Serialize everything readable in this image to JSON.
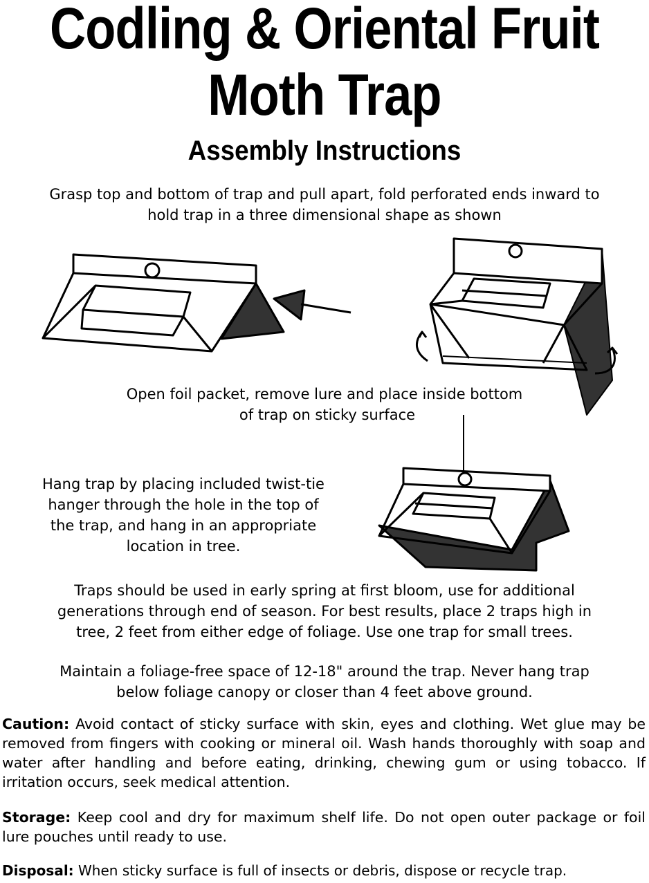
{
  "title_line1": "Codling & Oriental Fruit",
  "title_line2": "Moth Trap",
  "subtitle": "Assembly Instructions",
  "step1_line1": "Grasp top and bottom of trap and pull apart, fold perforated ends inward to",
  "step1_line2": "hold trap in a three dimensional shape as shown",
  "step2_line1": "Open foil packet, remove lure and place inside bottom",
  "step2_line2": "of trap on sticky surface",
  "step3_lines": [
    "Hang trap by placing included twist-tie",
    "hanger through the hole in the top of",
    "the trap, and hang in an appropriate",
    "location in tree."
  ],
  "usage_lines": [
    "Traps should be used in early spring at first bloom, use for additional",
    "generations through end of season.  For best results, place 2 traps high in",
    "tree, 2 feet from either edge of foliage.  Use one trap for small trees."
  ],
  "space_lines": [
    "Maintain a foliage-free space of 12-18\" around the trap.  Never hang trap",
    "below foliage canopy or closer than 4 feet above ground."
  ],
  "caution": {
    "label": "Caution:",
    "text": " Avoid contact of sticky surface with skin, eyes and clothing.  Wet glue may be removed from fingers with cooking or mineral oil. Wash hands thoroughly with soap and water after handling and before eating, drinking, chewing gum or using tobacco.  If irritation occurs, seek medical attention."
  },
  "storage": {
    "label": "Storage:",
    "text": " Keep cool and dry for maximum shelf life. Do not open outer package or foil lure pouches until ready to use."
  },
  "disposal": {
    "label": "Disposal:",
    "text": " When sticky surface is full of insects or debris, dispose or recycle trap."
  }
}
